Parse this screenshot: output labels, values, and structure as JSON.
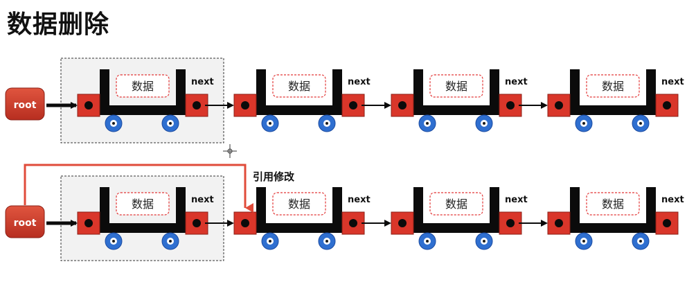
{
  "title": "数据删除",
  "root_label": "root",
  "data_label": "数据",
  "next_label": "next",
  "annotation": "引用修改",
  "colors": {
    "root_fill": "#c83a2a",
    "node_red": "#d9362a",
    "cart_black": "#0b0b0b",
    "data_border": "#e23636",
    "wheel_blue": "#2f6fd0",
    "reroute_red": "#e04b3a",
    "highlight_fill": "#f2f2f2"
  },
  "rows": [
    {
      "name": "before-delete",
      "node_count": 4,
      "highlight_first": true
    },
    {
      "name": "after-delete",
      "node_count": 4,
      "highlight_first": true,
      "reroute_to_node": 2
    }
  ]
}
